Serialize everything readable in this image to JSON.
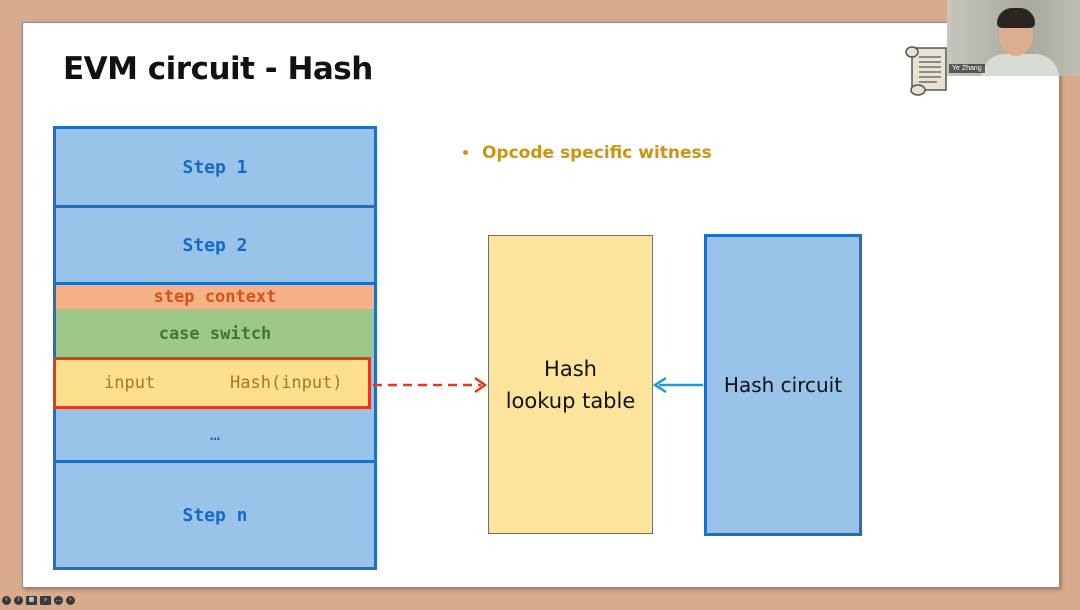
{
  "slide": {
    "title": "EVM circuit - Hash",
    "bullet": "Opcode specific witness"
  },
  "stack": {
    "step1": "Step 1",
    "step2": "Step 2",
    "step_context": "step context",
    "case_switch": "case switch",
    "input": "input",
    "hash_input": "Hash(input)",
    "ellipsis": "…",
    "stepn": "Step n"
  },
  "diagram": {
    "lookup_line1": "Hash",
    "lookup_line2": "lookup table",
    "circuit": "Hash circuit"
  },
  "video": {
    "participant_name": "Ye Zhang"
  },
  "colors": {
    "background": "#d9ab8c",
    "step_fill": "#9ac3ea",
    "step_border": "#1f6fc4",
    "step_context_fill": "#f7b186",
    "case_switch_fill": "#9dc88a",
    "hash_row_fill": "#fce08d",
    "hash_row_border": "#e23a1f",
    "lookup_fill": "#fce49c",
    "bullet_text": "#c99512",
    "arrow_blue": "#1f9ad6"
  }
}
